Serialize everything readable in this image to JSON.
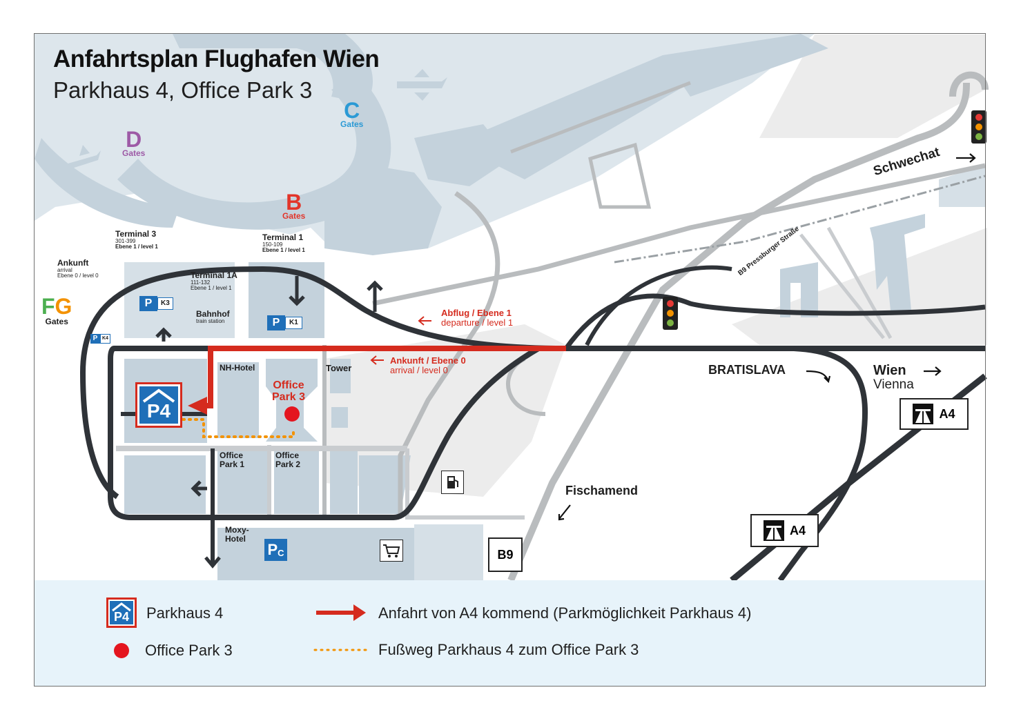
{
  "title": "Anfahrtsplan Flughafen Wien",
  "subtitle": "Parkhaus 4, Office Park 3",
  "gates": {
    "c": {
      "letter": "C",
      "word": "Gates",
      "color": "#2b9ad5"
    },
    "d": {
      "letter": "D",
      "word": "Gates",
      "color": "#9d5aa6"
    },
    "b": {
      "letter": "B",
      "word": "Gates",
      "color": "#e2352a"
    },
    "fg": {
      "f": "F",
      "g": "G",
      "word": "Gates",
      "f_color": "#4caf50",
      "g_color": "#f39200"
    }
  },
  "terminals": {
    "t3": {
      "name": "Terminal 3",
      "range": "301-399",
      "level": "Ebene 1 / level 1"
    },
    "t1": {
      "name": "Terminal 1",
      "range": "150-109",
      "level": "Ebene 1 / level 1"
    },
    "t1a": {
      "name": "Terminal 1A",
      "range": "111-132",
      "level": "Ebene 1 / level 1"
    },
    "ankunft": {
      "name": "Ankunft",
      "sub": "arrival",
      "level": "Ebene 0 / level 0"
    }
  },
  "parking": {
    "k3": "K3",
    "k1": "K1",
    "k4": "K4",
    "pc": "C",
    "p_letter": "P",
    "p4": "P4"
  },
  "labels": {
    "bahnhof": "Bahnhof",
    "train_station": "train station",
    "nh_hotel": "NH-Hotel",
    "tower": "Tower",
    "office_park_3_a": "Office",
    "office_park_3_b": "Park 3",
    "office_park_1_a": "Office",
    "office_park_1_b": "Park 1",
    "office_park_2_a": "Office",
    "office_park_2_b": "Park 2",
    "moxy_a": "Moxy-",
    "moxy_b": "Hotel",
    "fischamend": "Fischamend",
    "bratislava": "BRATISLAVA",
    "wien": "Wien",
    "vienna": "Vienna",
    "schwechat": "Schwechat",
    "b9_street": "B9 Pressburger Straße",
    "abflug": "Abflug / Ebene 1",
    "departure": "departure / level 1",
    "ankunft": "Ankunft / Ebene 0",
    "arrival": "arrival / level 0"
  },
  "signs": {
    "a4_upper": "A4",
    "a4_lower": "A4",
    "b9": "B9"
  },
  "legend": [
    {
      "key": "p4",
      "text": "Parkhaus 4"
    },
    {
      "key": "dot",
      "text": "Office Park 3"
    },
    {
      "key": "arrow",
      "text": "Anfahrt von A4 kommend (Parkmöglichkeit Parkhaus 4)"
    },
    {
      "key": "dotted",
      "text": "Fußweg Parkhaus 4 zum Office Park 3"
    }
  ],
  "colors": {
    "route_red": "#d52b1e",
    "walk_orange": "#f39200",
    "road_dark": "#2f3338",
    "road_gray": "#b9bcbe",
    "building": "#c4d2dc",
    "legend_bg": "#e7f3fa",
    "parking_blue": "#1f6fb8"
  }
}
